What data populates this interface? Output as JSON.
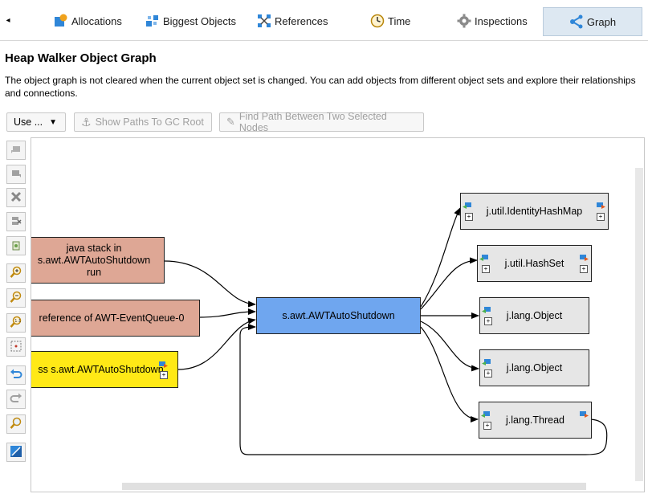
{
  "tabs": [
    {
      "label": "Allocations",
      "icon": "allocations-icon"
    },
    {
      "label": "Biggest Objects",
      "icon": "biggest-objects-icon"
    },
    {
      "label": "References",
      "icon": "references-icon"
    },
    {
      "label": "Time",
      "icon": "time-icon"
    },
    {
      "label": "Inspections",
      "icon": "inspections-icon"
    },
    {
      "label": "Graph",
      "icon": "graph-icon",
      "active": true
    }
  ],
  "title": "Heap Walker Object Graph",
  "description": "The object graph is not cleared when the current object set is changed. You can add objects from different object sets and explore their relationships and connections.",
  "toolbar": {
    "use_label": "Use ...",
    "show_paths_label": "Show Paths To GC Root",
    "find_path_label": "Find Path Between Two Selected Nodes"
  },
  "nodes": {
    "java_stack": {
      "line1": "java stack in",
      "line2": "s.awt.AWTAutoShutdown",
      "line3": "run"
    },
    "reference": {
      "label": "reference of AWT-EventQueue-0"
    },
    "class_node": {
      "label": "ss s.awt.AWTAutoShutdown"
    },
    "center": {
      "label": "s.awt.AWTAutoShutdown"
    },
    "identity_hashmap": {
      "label": "j.util.IdentityHashMap"
    },
    "hashset": {
      "label": "j.util.HashSet"
    },
    "object1": {
      "label": "j.lang.Object"
    },
    "object2": {
      "label": "j.lang.Object"
    },
    "thread": {
      "label": "j.lang.Thread"
    }
  },
  "colors": {
    "stack_node": "#dea795",
    "class_node": "#ffe916",
    "center_node": "#6fa6ef",
    "right_node": "#e6e6e6"
  }
}
